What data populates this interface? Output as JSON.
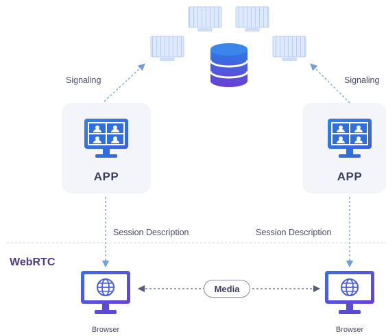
{
  "labels": {
    "signaling_left": "Signaling",
    "signaling_right": "Signaling",
    "app_left": "APP",
    "app_right": "APP",
    "session_left": "Session Description",
    "session_right": "Session Description",
    "webrtc": "WebRTC",
    "media": "Media",
    "browser_left": "Browser",
    "browser_right": "Browser"
  },
  "icons": {
    "server": "database-icon",
    "clients": "monitor-icon",
    "app": "video-grid-monitor-icon",
    "browser": "globe-monitor-icon"
  },
  "colors": {
    "accent_blue": "#2f6ee0",
    "accent_purple": "#6a3fd1",
    "arrow": "#6f9fd6",
    "text_dark": "#3d3d63",
    "card_bg": "#f3f5fb"
  }
}
